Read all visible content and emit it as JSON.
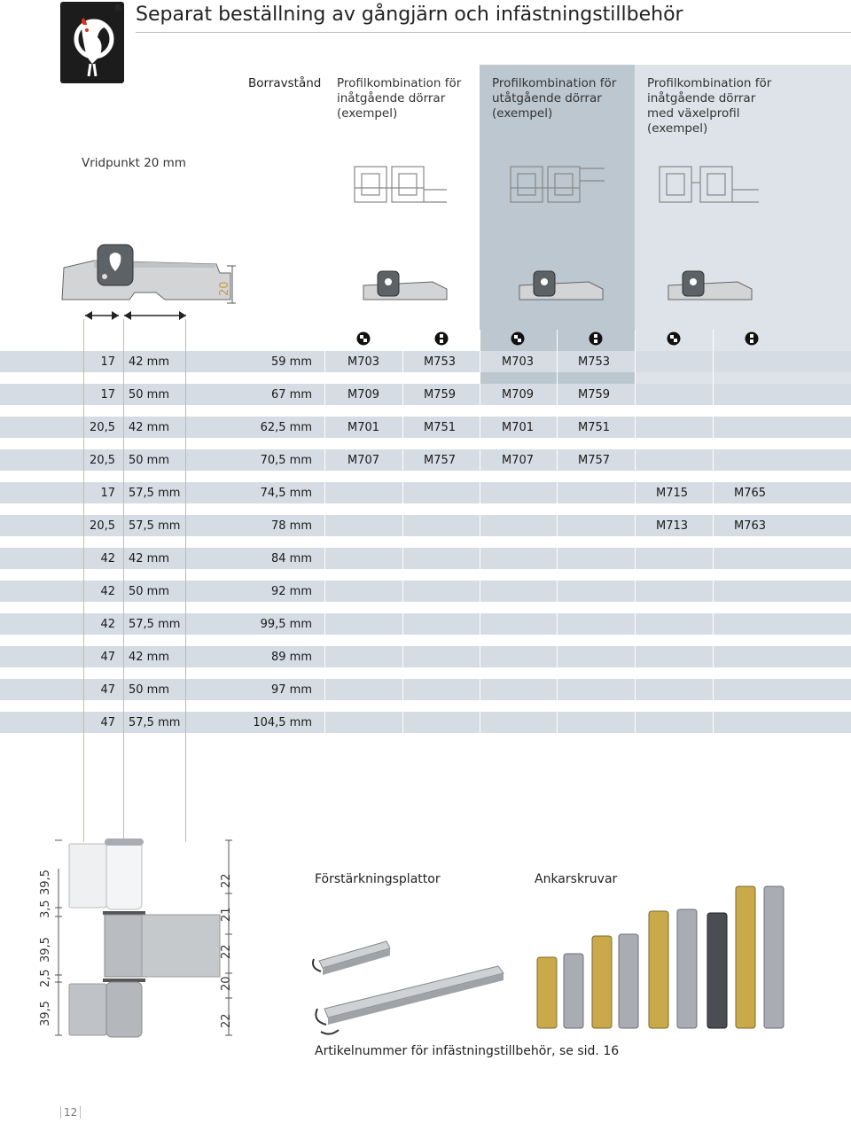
{
  "header": {
    "title": "Separat beställning av gångjärn och infästningstillbehör",
    "registered_mark": "®"
  },
  "columns": {
    "borr_label": "Borravstånd",
    "col1": [
      "Profilkombination för",
      "inåtgående dörrar",
      "(exempel)"
    ],
    "col2": [
      "Profilkombination för",
      "utåtgående dörrar",
      "(exempel)"
    ],
    "col3": [
      "Profilkombination för",
      "inåtgående dörrar",
      "med växelprofil",
      "(exempel)"
    ]
  },
  "vridpunkt": "Vridpunkt 20 mm",
  "hinge_dim": "20",
  "table": {
    "rows": [
      {
        "a": "17",
        "b": "42 mm",
        "c": "59 mm",
        "m": [
          "M703",
          "M753",
          "M703",
          "M753",
          "",
          ""
        ]
      },
      {
        "a": "17",
        "b": "50 mm",
        "c": "67 mm",
        "m": [
          "M709",
          "M759",
          "M709",
          "M759",
          "",
          ""
        ]
      },
      {
        "a": "20,5",
        "b": "42 mm",
        "c": "62,5 mm",
        "m": [
          "M701",
          "M751",
          "M701",
          "M751",
          "",
          ""
        ]
      },
      {
        "a": "20,5",
        "b": "50 mm",
        "c": "70,5 mm",
        "m": [
          "M707",
          "M757",
          "M707",
          "M757",
          "",
          ""
        ]
      },
      {
        "a": "17",
        "b": "57,5 mm",
        "c": "74,5 mm",
        "m": [
          "",
          "",
          "",
          "",
          "M715",
          "M765"
        ]
      },
      {
        "a": "20,5",
        "b": "57,5 mm",
        "c": "78 mm",
        "m": [
          "",
          "",
          "",
          "",
          "M713",
          "M763"
        ]
      },
      {
        "a": "42",
        "b": "42 mm",
        "c": "84 mm",
        "m": [
          "",
          "",
          "",
          "",
          "",
          ""
        ]
      },
      {
        "a": "42",
        "b": "50 mm",
        "c": "92 mm",
        "m": [
          "",
          "",
          "",
          "",
          "",
          ""
        ]
      },
      {
        "a": "42",
        "b": "57,5 mm",
        "c": "99,5 mm",
        "m": [
          "",
          "",
          "",
          "",
          "",
          ""
        ]
      },
      {
        "a": "47",
        "b": "42 mm",
        "c": "89 mm",
        "m": [
          "",
          "",
          "",
          "",
          "",
          ""
        ]
      },
      {
        "a": "47",
        "b": "50 mm",
        "c": "97 mm",
        "m": [
          "",
          "",
          "",
          "",
          "",
          ""
        ]
      },
      {
        "a": "47",
        "b": "57,5 mm",
        "c": "104,5 mm",
        "m": [
          "",
          "",
          "",
          "",
          "",
          ""
        ]
      }
    ]
  },
  "hinge_left_dims": [
    "39,5",
    "2,5",
    "39,5",
    "3,5",
    "39,5"
  ],
  "hinge_right_dims": [
    "22",
    "20",
    "22",
    "21",
    "22"
  ],
  "accessories": {
    "plates_label": "Förstärkningsplattor",
    "screws_label": "Ankarskruvar",
    "note": "Artikelnummer för infästningstillbehör, se sid. 16"
  },
  "page_number": "12",
  "colors": {
    "row_bg": "#d5dce3",
    "col_mid": "#bcc7d0",
    "col_right": "#dde3e8",
    "brass": "#c9a94a",
    "steel": "#a9adb3",
    "lead_line": "#d7b98a"
  }
}
